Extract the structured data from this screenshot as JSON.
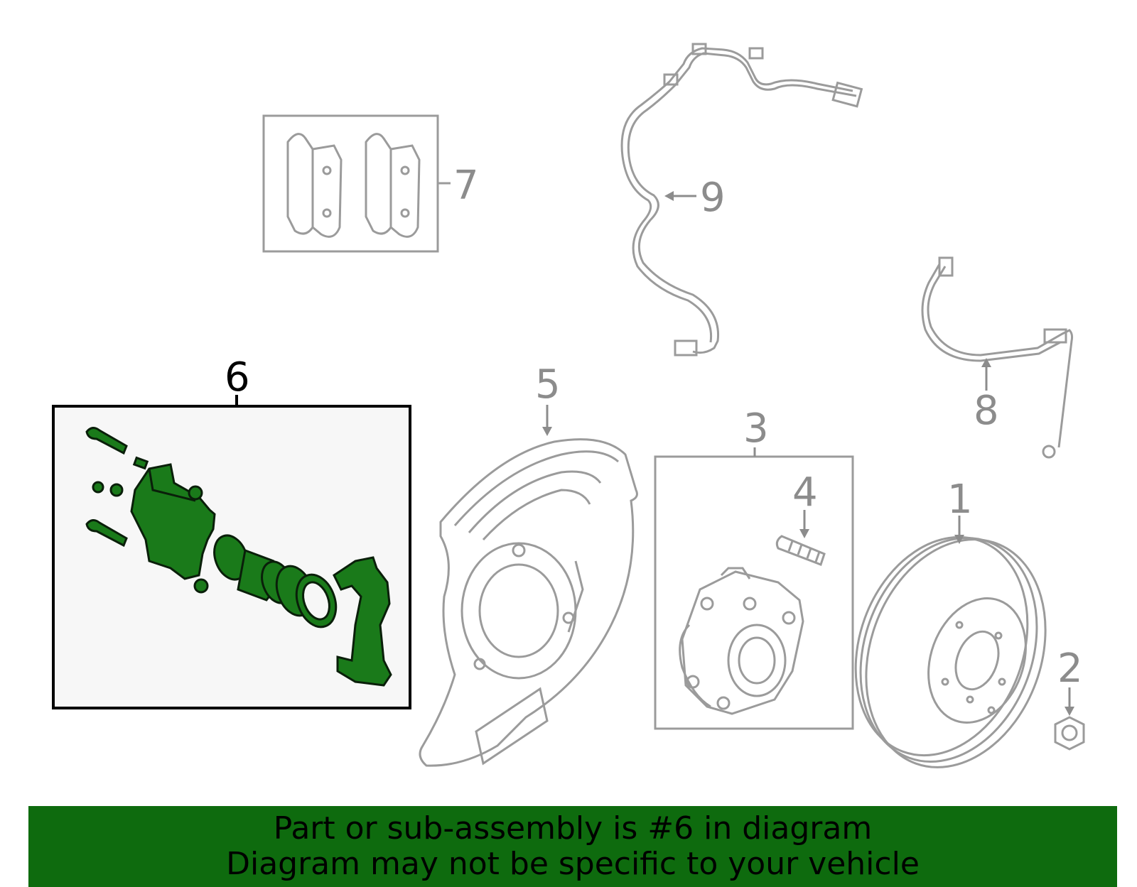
{
  "colors": {
    "highlight_fill": "#1a7a1a",
    "highlight_stroke": "#0a1f0a",
    "line_gray": "#9b9b9b",
    "callout_gray": "#8c8c8c",
    "banner_bg": "#0e6b0e"
  },
  "callouts": {
    "c1": "1",
    "c2": "2",
    "c3": "3",
    "c4": "4",
    "c5": "5",
    "c6": "6",
    "c7": "7",
    "c8": "8",
    "c9": "9"
  },
  "highlighted_part": "6",
  "banner": {
    "line1": "Part or sub-assembly is #6 in diagram",
    "line2": "Diagram may not be specific to your vehicle"
  }
}
